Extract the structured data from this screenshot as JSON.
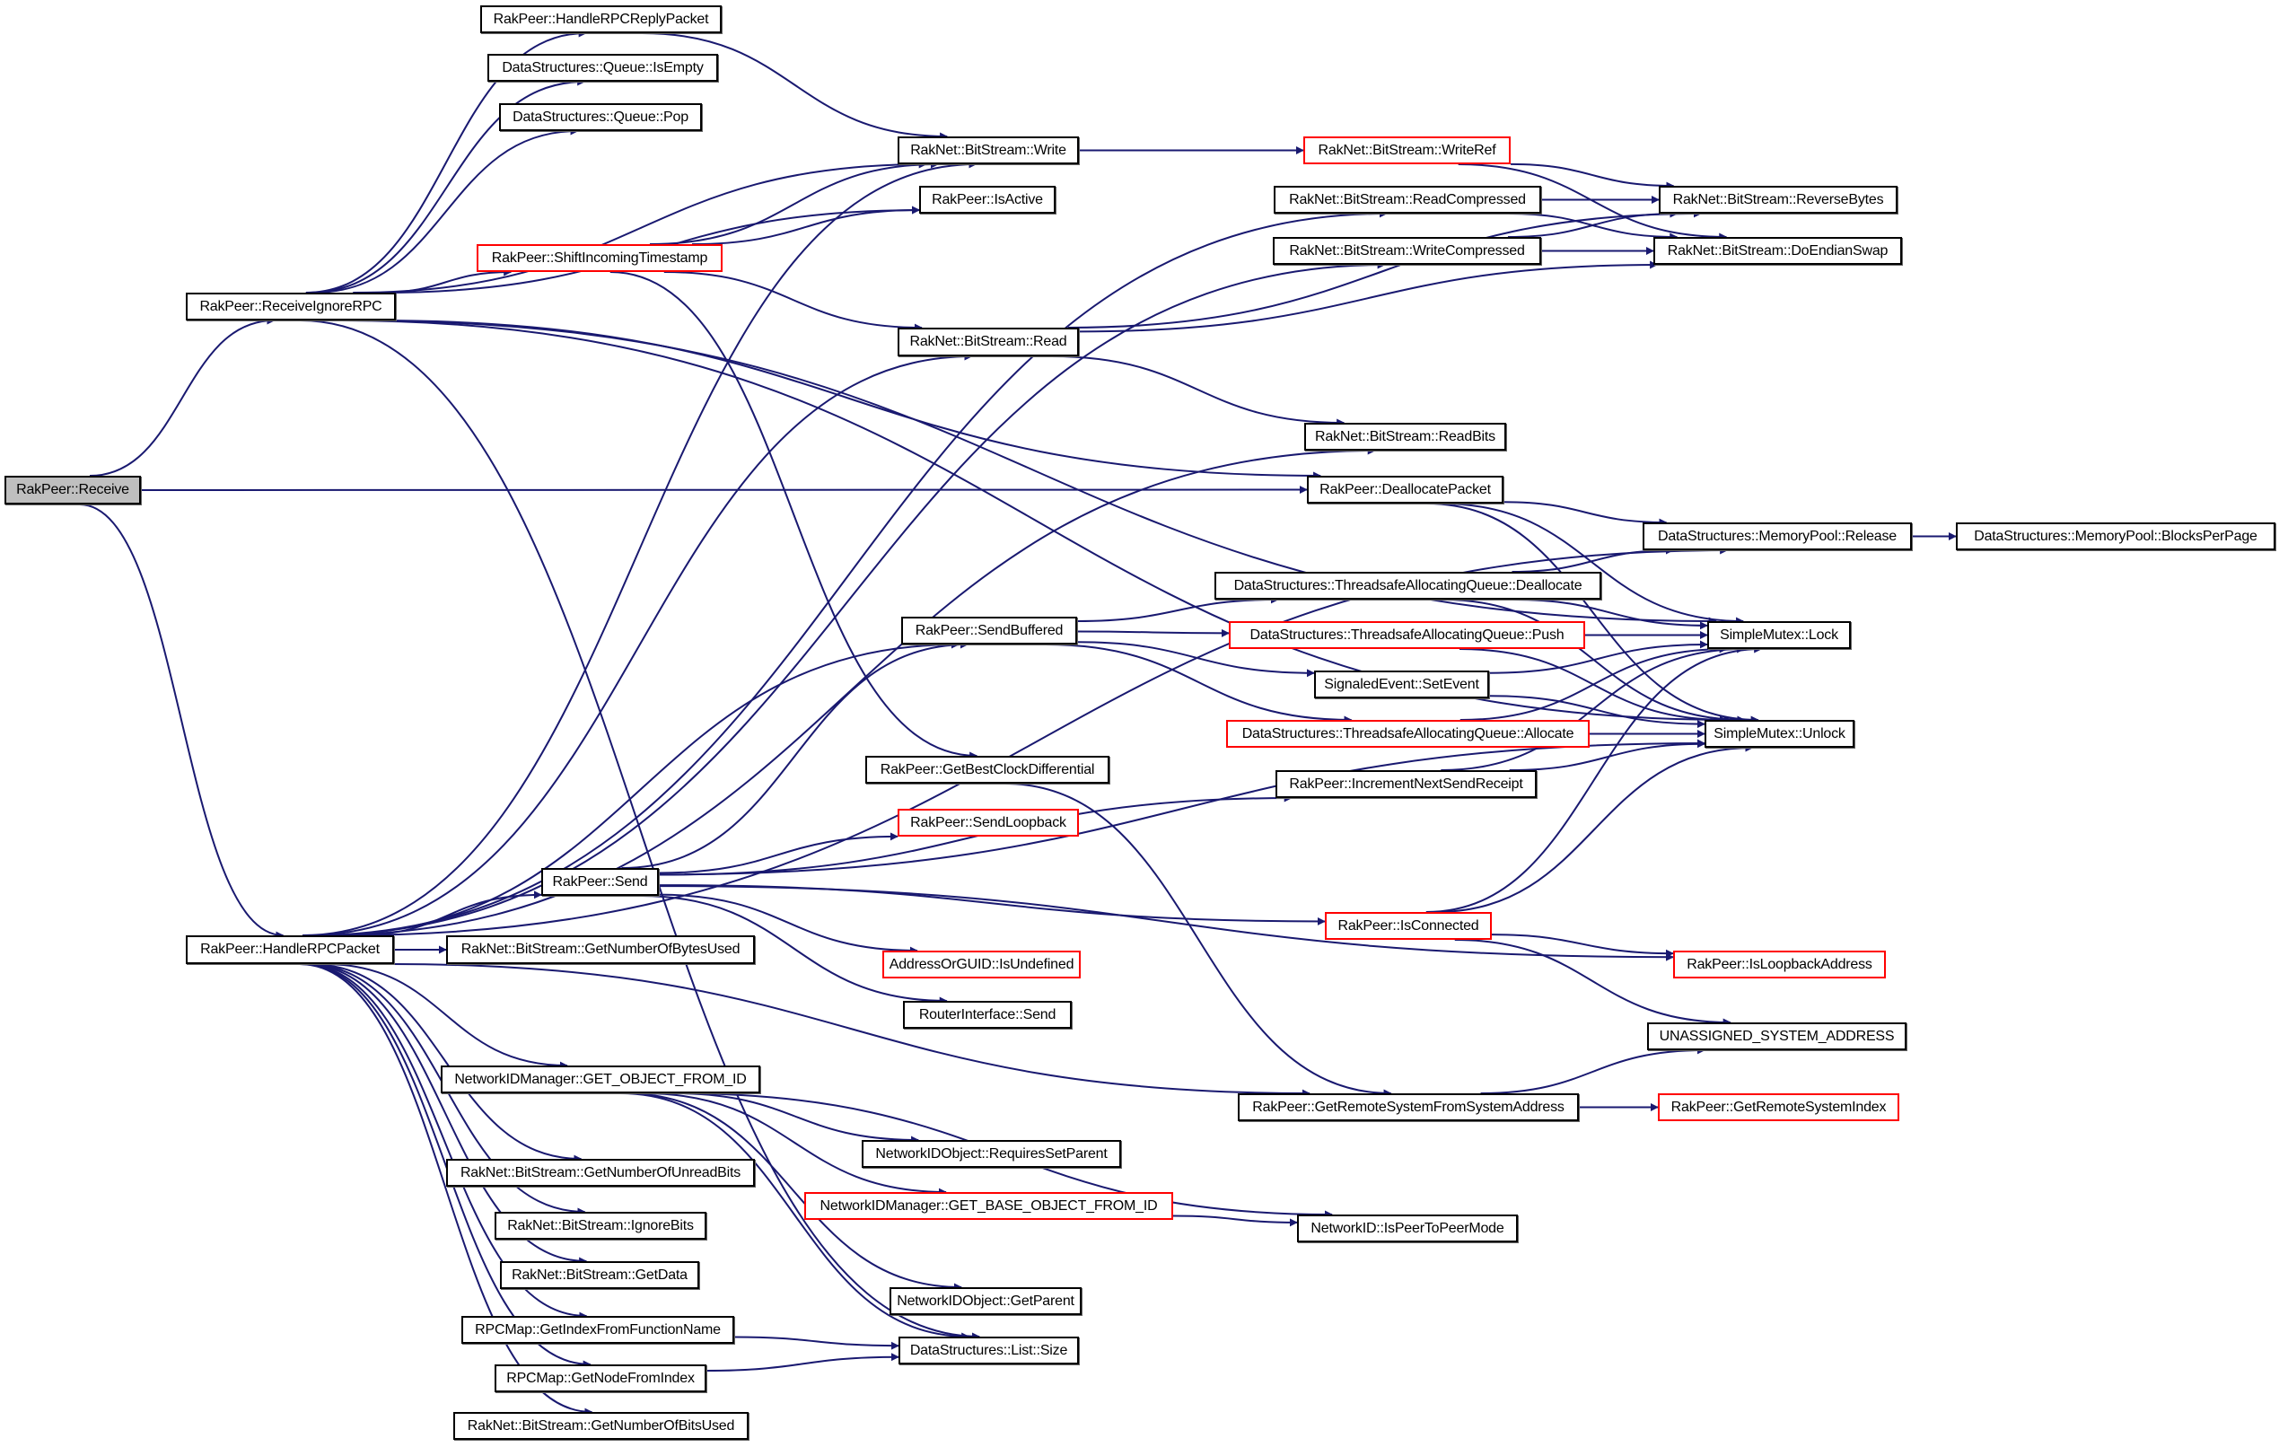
{
  "diagram": {
    "type": "call-graph",
    "edge_color": "#191970",
    "colors": {
      "normal_border": "#000000",
      "truncated_border": "#ff0000",
      "root_fill": "#bfbfbf"
    },
    "nodes": [
      {
        "id": "receive",
        "label": "RakPeer::Receive",
        "style": "root"
      },
      {
        "id": "receiveIgnoreRPC",
        "label": "RakPeer::ReceiveIgnoreRPC",
        "style": "normal"
      },
      {
        "id": "handleRPCPacket",
        "label": "RakPeer::HandleRPCPacket",
        "style": "normal"
      },
      {
        "id": "handleRPCReplyPacket",
        "label": "RakPeer::HandleRPCReplyPacket",
        "style": "normal"
      },
      {
        "id": "queueIsEmpty",
        "label": "DataStructures::Queue::IsEmpty",
        "style": "normal"
      },
      {
        "id": "queuePop",
        "label": "DataStructures::Queue::Pop",
        "style": "normal"
      },
      {
        "id": "bsWrite",
        "label": "RakNet::BitStream::Write",
        "style": "normal"
      },
      {
        "id": "isActive",
        "label": "RakPeer::IsActive",
        "style": "normal"
      },
      {
        "id": "shiftIncomingTimestamp",
        "label": "RakPeer::ShiftIncomingTimestamp",
        "style": "truncated"
      },
      {
        "id": "bsWriteRef",
        "label": "RakNet::BitStream::WriteRef",
        "style": "truncated"
      },
      {
        "id": "bsReadCompressed",
        "label": "RakNet::BitStream::ReadCompressed",
        "style": "normal"
      },
      {
        "id": "bsWriteCompressed",
        "label": "RakNet::BitStream::WriteCompressed",
        "style": "normal"
      },
      {
        "id": "bsReverseBytes",
        "label": "RakNet::BitStream::ReverseBytes",
        "style": "normal"
      },
      {
        "id": "bsDoEndianSwap",
        "label": "RakNet::BitStream::DoEndianSwap",
        "style": "normal"
      },
      {
        "id": "bsRead",
        "label": "RakNet::BitStream::Read",
        "style": "normal"
      },
      {
        "id": "bsReadBits",
        "label": "RakNet::BitStream::ReadBits",
        "style": "normal"
      },
      {
        "id": "deallocatePacket",
        "label": "RakPeer::DeallocatePacket",
        "style": "normal"
      },
      {
        "id": "memPoolRelease",
        "label": "DataStructures::MemoryPool::Release",
        "style": "normal"
      },
      {
        "id": "memPoolBlocksPerPage",
        "label": "DataStructures::MemoryPool::BlocksPerPage",
        "style": "normal"
      },
      {
        "id": "taqDeallocate",
        "label": "DataStructures::ThreadsafeAllocatingQueue::Deallocate",
        "style": "normal"
      },
      {
        "id": "sendBuffered",
        "label": "RakPeer::SendBuffered",
        "style": "normal"
      },
      {
        "id": "taqPush",
        "label": "DataStructures::ThreadsafeAllocatingQueue::Push",
        "style": "truncated"
      },
      {
        "id": "mutexLock",
        "label": "SimpleMutex::Lock",
        "style": "normal"
      },
      {
        "id": "setEvent",
        "label": "SignaledEvent::SetEvent",
        "style": "normal"
      },
      {
        "id": "taqAllocate",
        "label": "DataStructures::ThreadsafeAllocatingQueue::Allocate",
        "style": "truncated"
      },
      {
        "id": "mutexUnlock",
        "label": "SimpleMutex::Unlock",
        "style": "normal"
      },
      {
        "id": "getBestClockDifferential",
        "label": "RakPeer::GetBestClockDifferential",
        "style": "normal"
      },
      {
        "id": "incrementNextSendReceipt",
        "label": "RakPeer::IncrementNextSendReceipt",
        "style": "normal"
      },
      {
        "id": "sendLoopback",
        "label": "RakPeer::SendLoopback",
        "style": "truncated"
      },
      {
        "id": "send",
        "label": "RakPeer::Send",
        "style": "normal"
      },
      {
        "id": "isConnected",
        "label": "RakPeer::IsConnected",
        "style": "truncated"
      },
      {
        "id": "bsGetNumberOfBytesUsed",
        "label": "RakNet::BitStream::GetNumberOfBytesUsed",
        "style": "normal"
      },
      {
        "id": "addrIsUndefined",
        "label": "AddressOrGUID::IsUndefined",
        "style": "truncated"
      },
      {
        "id": "isLoopbackAddress",
        "label": "RakPeer::IsLoopbackAddress",
        "style": "truncated"
      },
      {
        "id": "routerSend",
        "label": "RouterInterface::Send",
        "style": "normal"
      },
      {
        "id": "unassignedSystemAddress",
        "label": "UNASSIGNED_SYSTEM_ADDRESS",
        "style": "normal"
      },
      {
        "id": "getObjectFromId",
        "label": "NetworkIDManager::GET_OBJECT_FROM_ID",
        "style": "normal"
      },
      {
        "id": "getRemoteSystemFromSystemAddress",
        "label": "RakPeer::GetRemoteSystemFromSystemAddress",
        "style": "normal"
      },
      {
        "id": "getRemoteSystemIndex",
        "label": "RakPeer::GetRemoteSystemIndex",
        "style": "truncated"
      },
      {
        "id": "requiresSetParent",
        "label": "NetworkIDObject::RequiresSetParent",
        "style": "normal"
      },
      {
        "id": "bsGetNumberOfUnreadBits",
        "label": "RakNet::BitStream::GetNumberOfUnreadBits",
        "style": "normal"
      },
      {
        "id": "getBaseObjectFromId",
        "label": "NetworkIDManager::GET_BASE_OBJECT_FROM_ID",
        "style": "truncated"
      },
      {
        "id": "isPeerToPeerMode",
        "label": "NetworkID::IsPeerToPeerMode",
        "style": "normal"
      },
      {
        "id": "bsIgnoreBits",
        "label": "RakNet::BitStream::IgnoreBits",
        "style": "normal"
      },
      {
        "id": "bsGetData",
        "label": "RakNet::BitStream::GetData",
        "style": "normal"
      },
      {
        "id": "getParent",
        "label": "NetworkIDObject::GetParent",
        "style": "normal"
      },
      {
        "id": "getIndexFromFunctionName",
        "label": "RPCMap::GetIndexFromFunctionName",
        "style": "normal"
      },
      {
        "id": "listSize",
        "label": "DataStructures::List::Size",
        "style": "normal"
      },
      {
        "id": "getNodeFromIndex",
        "label": "RPCMap::GetNodeFromIndex",
        "style": "normal"
      },
      {
        "id": "bsGetNumberOfBitsUsed",
        "label": "RakNet::BitStream::GetNumberOfBitsUsed",
        "style": "normal"
      }
    ],
    "edges": [
      [
        "receive",
        "receiveIgnoreRPC"
      ],
      [
        "receive",
        "handleRPCPacket"
      ],
      [
        "receive",
        "deallocatePacket"
      ],
      [
        "receiveIgnoreRPC",
        "handleRPCReplyPacket"
      ],
      [
        "receiveIgnoreRPC",
        "queueIsEmpty"
      ],
      [
        "receiveIgnoreRPC",
        "queuePop"
      ],
      [
        "receiveIgnoreRPC",
        "bsWrite"
      ],
      [
        "receiveIgnoreRPC",
        "isActive"
      ],
      [
        "receiveIgnoreRPC",
        "shiftIncomingTimestamp"
      ],
      [
        "receiveIgnoreRPC",
        "deallocatePacket"
      ],
      [
        "receiveIgnoreRPC",
        "mutexLock"
      ],
      [
        "receiveIgnoreRPC",
        "mutexUnlock"
      ],
      [
        "receiveIgnoreRPC",
        "listSize"
      ],
      [
        "handleRPCReplyPacket",
        "bsWrite"
      ],
      [
        "shiftIncomingTimestamp",
        "bsWrite"
      ],
      [
        "shiftIncomingTimestamp",
        "isActive"
      ],
      [
        "shiftIncomingTimestamp",
        "bsRead"
      ],
      [
        "shiftIncomingTimestamp",
        "getBestClockDifferential"
      ],
      [
        "bsWrite",
        "bsWriteRef"
      ],
      [
        "bsWriteRef",
        "bsReverseBytes"
      ],
      [
        "bsWriteRef",
        "bsDoEndianSwap"
      ],
      [
        "bsReadCompressed",
        "bsReverseBytes"
      ],
      [
        "bsReadCompressed",
        "bsDoEndianSwap"
      ],
      [
        "bsWriteCompressed",
        "bsReverseBytes"
      ],
      [
        "bsWriteCompressed",
        "bsDoEndianSwap"
      ],
      [
        "bsRead",
        "bsReverseBytes"
      ],
      [
        "bsRead",
        "bsDoEndianSwap"
      ],
      [
        "bsRead",
        "bsReadBits"
      ],
      [
        "deallocatePacket",
        "memPoolRelease"
      ],
      [
        "deallocatePacket",
        "mutexLock"
      ],
      [
        "deallocatePacket",
        "mutexUnlock"
      ],
      [
        "memPoolRelease",
        "memPoolBlocksPerPage"
      ],
      [
        "handleRPCPacket",
        "bsWrite"
      ],
      [
        "handleRPCPacket",
        "bsReadCompressed"
      ],
      [
        "handleRPCPacket",
        "bsWriteCompressed"
      ],
      [
        "handleRPCPacket",
        "bsRead"
      ],
      [
        "handleRPCPacket",
        "bsReadBits"
      ],
      [
        "handleRPCPacket",
        "sendBuffered"
      ],
      [
        "handleRPCPacket",
        "send"
      ],
      [
        "handleRPCPacket",
        "bsGetNumberOfBytesUsed"
      ],
      [
        "handleRPCPacket",
        "getObjectFromId"
      ],
      [
        "handleRPCPacket",
        "getRemoteSystemFromSystemAddress"
      ],
      [
        "handleRPCPacket",
        "bsGetNumberOfUnreadBits"
      ],
      [
        "handleRPCPacket",
        "bsIgnoreBits"
      ],
      [
        "handleRPCPacket",
        "bsGetData"
      ],
      [
        "handleRPCPacket",
        "getIndexFromFunctionName"
      ],
      [
        "handleRPCPacket",
        "getNodeFromIndex"
      ],
      [
        "handleRPCPacket",
        "bsGetNumberOfBitsUsed"
      ],
      [
        "handleRPCPacket",
        "memPoolRelease"
      ],
      [
        "sendBuffered",
        "taqDeallocate"
      ],
      [
        "sendBuffered",
        "taqPush"
      ],
      [
        "sendBuffered",
        "setEvent"
      ],
      [
        "sendBuffered",
        "taqAllocate"
      ],
      [
        "taqDeallocate",
        "memPoolRelease"
      ],
      [
        "taqDeallocate",
        "mutexLock"
      ],
      [
        "taqDeallocate",
        "mutexUnlock"
      ],
      [
        "taqPush",
        "mutexLock"
      ],
      [
        "taqPush",
        "mutexUnlock"
      ],
      [
        "setEvent",
        "mutexLock"
      ],
      [
        "setEvent",
        "mutexUnlock"
      ],
      [
        "taqAllocate",
        "mutexLock"
      ],
      [
        "taqAllocate",
        "mutexUnlock"
      ],
      [
        "incrementNextSendReceipt",
        "mutexLock"
      ],
      [
        "incrementNextSendReceipt",
        "mutexUnlock"
      ],
      [
        "getBestClockDifferential",
        "getRemoteSystemFromSystemAddress"
      ],
      [
        "send",
        "sendBuffered"
      ],
      [
        "send",
        "incrementNextSendReceipt"
      ],
      [
        "send",
        "sendLoopback"
      ],
      [
        "send",
        "isConnected"
      ],
      [
        "send",
        "addrIsUndefined"
      ],
      [
        "send",
        "routerSend"
      ],
      [
        "send",
        "mutexUnlock"
      ],
      [
        "send",
        "isLoopbackAddress"
      ],
      [
        "isConnected",
        "mutexLock"
      ],
      [
        "isConnected",
        "mutexUnlock"
      ],
      [
        "isConnected",
        "isLoopbackAddress"
      ],
      [
        "isConnected",
        "unassignedSystemAddress"
      ],
      [
        "getRemoteSystemFromSystemAddress",
        "unassignedSystemAddress"
      ],
      [
        "getRemoteSystemFromSystemAddress",
        "getRemoteSystemIndex"
      ],
      [
        "getObjectFromId",
        "requiresSetParent"
      ],
      [
        "getObjectFromId",
        "getBaseObjectFromId"
      ],
      [
        "getObjectFromId",
        "getParent"
      ],
      [
        "getObjectFromId",
        "isPeerToPeerMode"
      ],
      [
        "getObjectFromId",
        "listSize"
      ],
      [
        "getBaseObjectFromId",
        "isPeerToPeerMode"
      ],
      [
        "getIndexFromFunctionName",
        "listSize"
      ],
      [
        "getNodeFromIndex",
        "listSize"
      ]
    ]
  }
}
